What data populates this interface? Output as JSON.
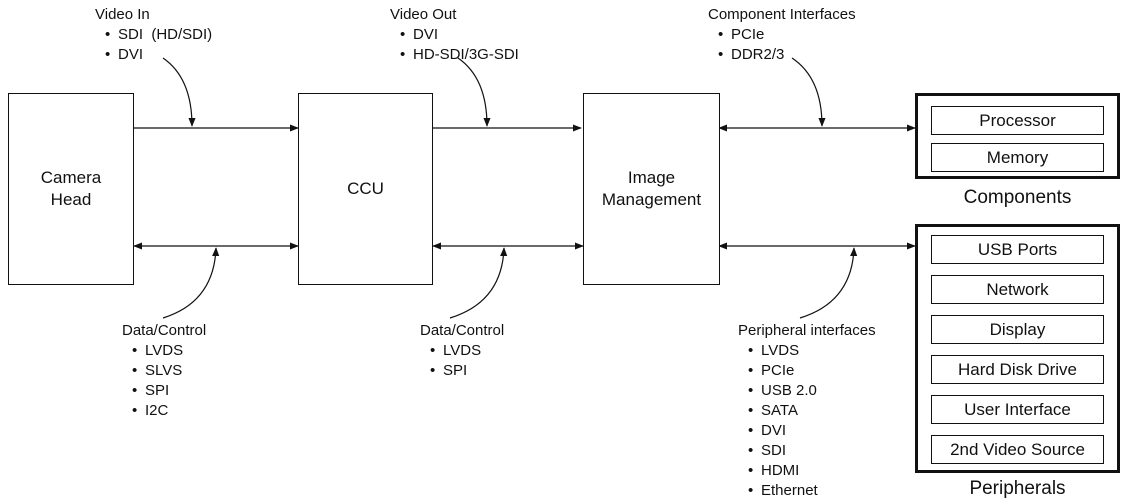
{
  "blocks": {
    "camera_head": "Camera\nHead",
    "ccu": "CCU",
    "image_management": "Image\nManagement"
  },
  "components": {
    "title": "Components",
    "items": [
      "Processor",
      "Memory"
    ]
  },
  "peripherals": {
    "title": "Peripherals",
    "items": [
      "USB Ports",
      "Network",
      "Display",
      "Hard Disk Drive",
      "User Interface",
      "2nd Video Source"
    ]
  },
  "annotations": {
    "video_in": {
      "title": "Video In",
      "items": [
        "SDI  (HD/SDI)",
        "DVI"
      ]
    },
    "video_out": {
      "title": "Video Out",
      "items": [
        "DVI",
        "HD-SDI/3G-SDI"
      ]
    },
    "component_interfaces": {
      "title": "Component Interfaces",
      "items": [
        "PCIe",
        "DDR2/3"
      ]
    },
    "data_control_1": {
      "title": "Data/Control",
      "items": [
        "LVDS",
        "SLVS",
        "SPI",
        "I2C"
      ]
    },
    "data_control_2": {
      "title": "Data/Control",
      "items": [
        "LVDS",
        "SPI"
      ]
    },
    "peripheral_interfaces": {
      "title": "Peripheral interfaces",
      "items": [
        "LVDS",
        "PCIe",
        "USB 2.0",
        "SATA",
        "DVI",
        "SDI",
        "HDMI",
        "Ethernet"
      ]
    }
  }
}
